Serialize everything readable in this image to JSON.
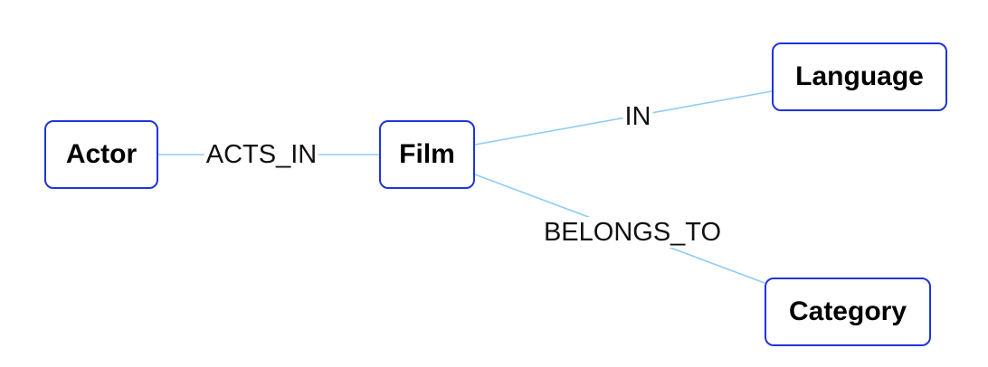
{
  "nodes": {
    "actor": "Actor",
    "film": "Film",
    "language": "Language",
    "category": "Category"
  },
  "edges": [
    {
      "from": "Actor",
      "to": "Film",
      "label": "ACTS_IN"
    },
    {
      "from": "Film",
      "to": "Language",
      "label": "IN"
    },
    {
      "from": "Film",
      "to": "Category",
      "label": "BELONGS_TO"
    }
  ],
  "colors": {
    "node_border": "#1f35d6",
    "edge": "#8ecdf5",
    "background": "#ffffff"
  }
}
